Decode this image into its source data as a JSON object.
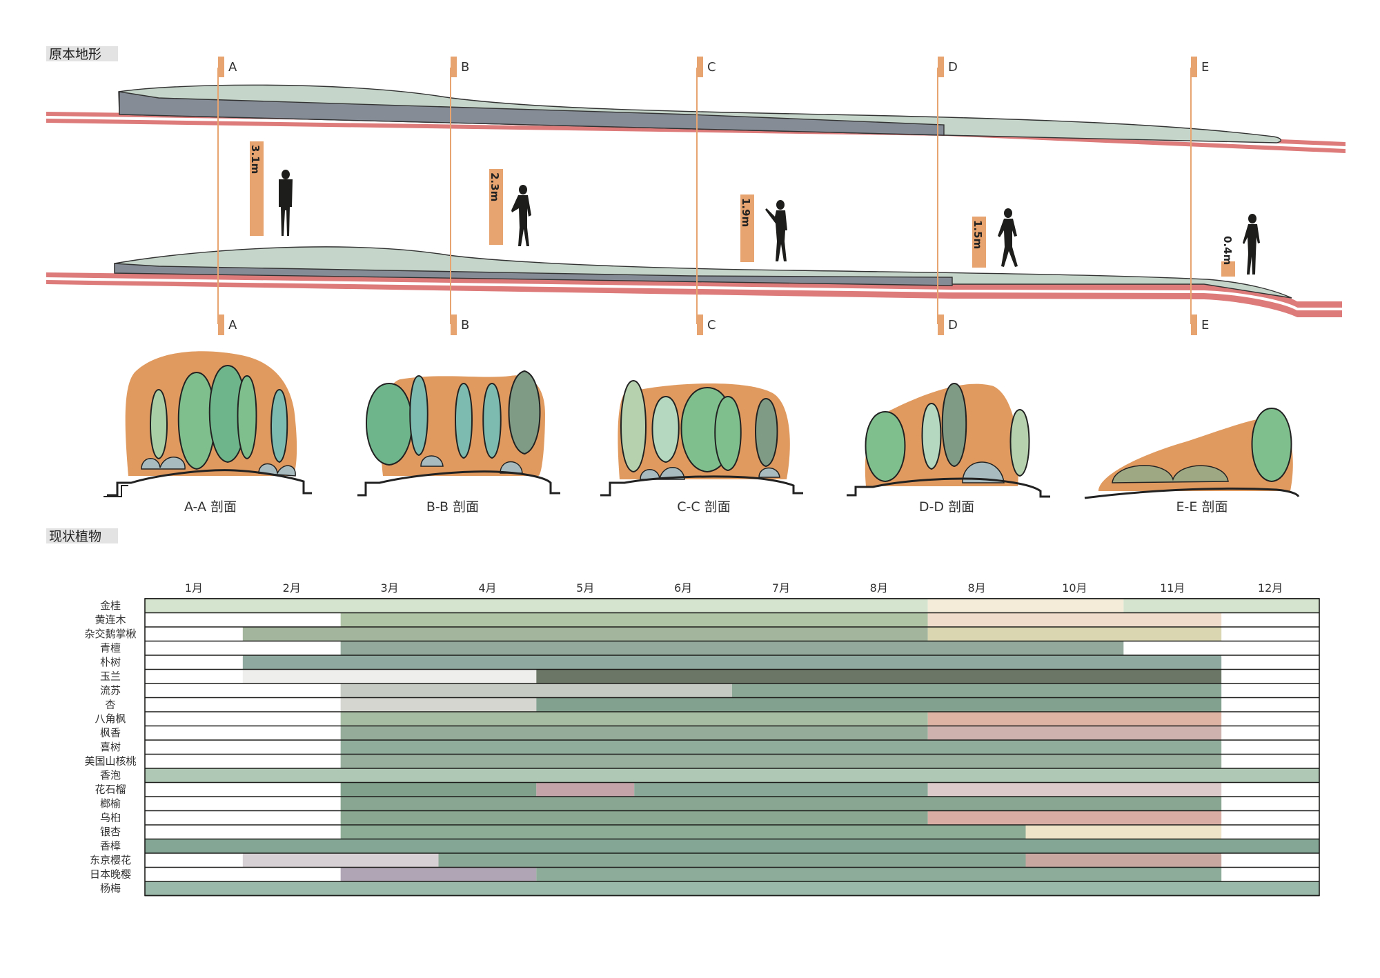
{
  "headers": {
    "terrain": "原本地形",
    "plants": "现状植物"
  },
  "sections": [
    {
      "letter": "A",
      "height": "3.1m",
      "caption": "A-A 剖面"
    },
    {
      "letter": "B",
      "height": "2.3m",
      "caption": "B-B 剖面"
    },
    {
      "letter": "C",
      "height": "1.9m",
      "caption": "C-C 剖面"
    },
    {
      "letter": "D",
      "height": "1.5m",
      "caption": "D-D 剖面"
    },
    {
      "letter": "E",
      "height": "0.4m",
      "caption": "E-E 剖面"
    }
  ],
  "colors": {
    "road": "#dd7b7b",
    "mound": "#c5d5c9",
    "platform": "#858c96",
    "marker": "#e8a470",
    "person": "#1d1d1b",
    "blob": "#e09a60"
  },
  "chart_data": {
    "type": "table",
    "months": [
      "1月",
      "2月",
      "3月",
      "4月",
      "5月",
      "6月",
      "7月",
      "8月",
      "8月",
      "10月",
      "11月",
      "12月"
    ],
    "plants": [
      "金桂",
      "黄连木",
      "杂交鹅掌楸",
      "青檀",
      "朴树",
      "玉兰",
      "流苏",
      "杏",
      "八角枫",
      "枫香",
      "喜树",
      "美国山核桃",
      "香泡",
      "花石榴",
      "榔榆",
      "乌桕",
      "银杏",
      "香樟",
      "东京樱花",
      "日本晚樱",
      "杨梅"
    ],
    "rows": [
      {
        "plant": "金桂",
        "segments": [
          {
            "start": 0,
            "end": 8,
            "color": "#d5e4ce"
          },
          {
            "start": 8,
            "end": 10,
            "color": "#f4ecd9"
          },
          {
            "start": 10,
            "end": 12,
            "color": "#d5e4ce"
          }
        ]
      },
      {
        "plant": "黄连木",
        "segments": [
          {
            "start": 2,
            "end": 8,
            "color": "#afc3a5"
          },
          {
            "start": 8,
            "end": 11,
            "color": "#f0dccb"
          }
        ]
      },
      {
        "plant": "杂交鹅掌楸",
        "segments": [
          {
            "start": 1,
            "end": 8,
            "color": "#a3b59c"
          },
          {
            "start": 8,
            "end": 11,
            "color": "#d9d6b1"
          }
        ]
      },
      {
        "plant": "青檀",
        "segments": [
          {
            "start": 2,
            "end": 10,
            "color": "#93a99b"
          }
        ]
      },
      {
        "plant": "朴树",
        "segments": [
          {
            "start": 1,
            "end": 11,
            "color": "#8fa9a0"
          }
        ]
      },
      {
        "plant": "玉兰",
        "segments": [
          {
            "start": 1,
            "end": 4,
            "color": "#eeeeec"
          },
          {
            "start": 4,
            "end": 11,
            "color": "#6b7666"
          }
        ]
      },
      {
        "plant": "流苏",
        "segments": [
          {
            "start": 2,
            "end": 6,
            "color": "#c5cbc2"
          },
          {
            "start": 6,
            "end": 11,
            "color": "#8aa895"
          }
        ]
      },
      {
        "plant": "杏",
        "segments": [
          {
            "start": 2,
            "end": 4,
            "color": "#d6d6d1"
          },
          {
            "start": 4,
            "end": 11,
            "color": "#82a18e"
          }
        ]
      },
      {
        "plant": "八角枫",
        "segments": [
          {
            "start": 2,
            "end": 8,
            "color": "#a6bda3"
          },
          {
            "start": 8,
            "end": 11,
            "color": "#deb5a5"
          }
        ]
      },
      {
        "plant": "枫香",
        "segments": [
          {
            "start": 2,
            "end": 8,
            "color": "#95ac9b"
          },
          {
            "start": 8,
            "end": 11,
            "color": "#cdb2ae"
          }
        ]
      },
      {
        "plant": "喜树",
        "segments": [
          {
            "start": 2,
            "end": 11,
            "color": "#90ac9a"
          }
        ]
      },
      {
        "plant": "美国山核桃",
        "segments": [
          {
            "start": 2,
            "end": 11,
            "color": "#98af9d"
          }
        ]
      },
      {
        "plant": "香泡",
        "segments": [
          {
            "start": 0,
            "end": 12,
            "color": "#afc7b5"
          }
        ]
      },
      {
        "plant": "花石榴",
        "segments": [
          {
            "start": 2,
            "end": 4,
            "color": "#82a18d"
          },
          {
            "start": 4,
            "end": 5,
            "color": "#c4a4a9"
          },
          {
            "start": 5,
            "end": 8,
            "color": "#8aa897"
          },
          {
            "start": 8,
            "end": 11,
            "color": "#dcc9c9"
          }
        ]
      },
      {
        "plant": "榔榆",
        "segments": [
          {
            "start": 2,
            "end": 11,
            "color": "#88a691"
          }
        ]
      },
      {
        "plant": "乌桕",
        "segments": [
          {
            "start": 2,
            "end": 8,
            "color": "#8aa791"
          },
          {
            "start": 8,
            "end": 11,
            "color": "#d9aca4"
          }
        ]
      },
      {
        "plant": "银杏",
        "segments": [
          {
            "start": 2,
            "end": 9,
            "color": "#8dad97"
          },
          {
            "start": 9,
            "end": 11,
            "color": "#f0e4c8"
          }
        ]
      },
      {
        "plant": "香樟",
        "segments": [
          {
            "start": 0,
            "end": 12,
            "color": "#84a795"
          }
        ]
      },
      {
        "plant": "东京樱花",
        "segments": [
          {
            "start": 1,
            "end": 3,
            "color": "#d6cfd3"
          },
          {
            "start": 3,
            "end": 9,
            "color": "#8aa896"
          },
          {
            "start": 9,
            "end": 11,
            "color": "#c7a79f"
          }
        ]
      },
      {
        "plant": "日本晚樱",
        "segments": [
          {
            "start": 2,
            "end": 4,
            "color": "#b0a5b5"
          },
          {
            "start": 4,
            "end": 11,
            "color": "#8eac9a"
          }
        ]
      },
      {
        "plant": "杨梅",
        "segments": [
          {
            "start": 0,
            "end": 12,
            "color": "#9ab9aa"
          }
        ]
      }
    ]
  }
}
